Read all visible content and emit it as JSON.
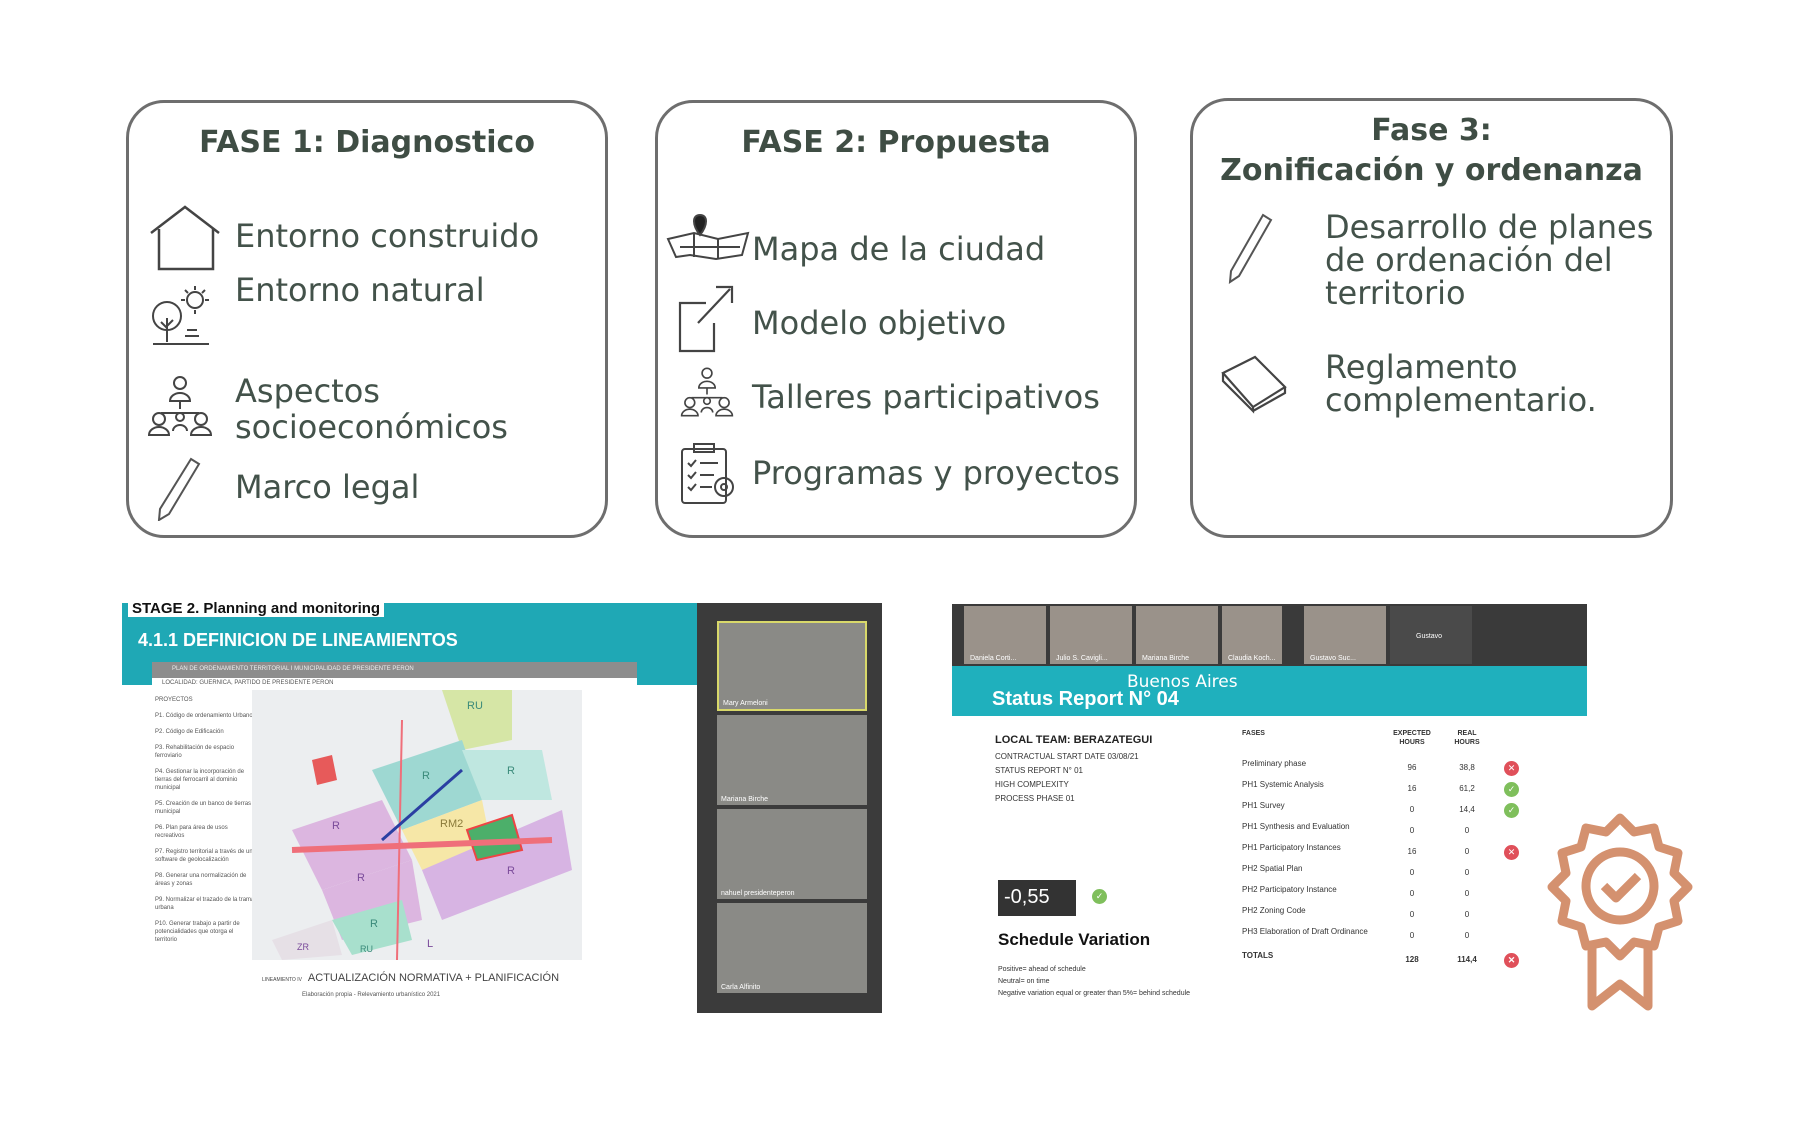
{
  "phases": [
    {
      "title": "FASE 1: Diagnostico",
      "items": [
        {
          "icon": "house-icon",
          "label": "Entorno construido"
        },
        {
          "icon": "nature-icon",
          "label": "Entorno natural"
        },
        {
          "icon": "people-network-icon",
          "label": "Aspectos socioeconómicos"
        },
        {
          "icon": "pencil-icon",
          "label": "Marco legal"
        }
      ]
    },
    {
      "title": "FASE 2: Propuesta",
      "items": [
        {
          "icon": "map-pin-icon",
          "label": "Mapa de la ciudad"
        },
        {
          "icon": "export-arrow-icon",
          "label": "Modelo objetivo"
        },
        {
          "icon": "people-network-icon",
          "label": "Talleres participativos"
        },
        {
          "icon": "clipboard-gear-icon",
          "label": "Programas y proyectos"
        }
      ]
    },
    {
      "title_line1": "Fase 3:",
      "title_line2": "Zonificación y ordenanza",
      "items": [
        {
          "icon": "pencil-icon",
          "label": "Desarrollo de planes de ordenación del territorio"
        },
        {
          "icon": "book-icon",
          "label": "Reglamento complementario."
        }
      ]
    }
  ],
  "slide": {
    "stage": "STAGE 2. Planning and monitoring",
    "heading": "4.1.1 DEFINICION DE LINEAMIENTOS",
    "plan": "PLAN DE ORDENAMIENTO TERRITORIAL I MUNICIPALIDAD DE PRESIDENTE PERON",
    "locality": "LOCALIDAD: GUERNICA, PARTIDO DE PRESIDENTE PERON",
    "projects_title": "PROYECTOS",
    "projects": [
      "P1. Código de ordenamiento Urbano",
      "P2. Código de Edificación",
      "P3. Rehabilitación de espacio ferroviario",
      "P4. Gestionar la incorporación de tierras del ferrocarril al dominio municipal",
      "P5. Creación de un banco de tierras municipal",
      "P6. Plan para área de usos recreativos",
      "P7. Registro territorial a través de un software de geolocalización",
      "P8. Generar una normalización de áreas y zonas",
      "P9. Normalizar el trazado de la trama urbana",
      "P10. Generar trabajo a partir de potencialidades que otorga el territorio"
    ],
    "zones": [
      "RU",
      "R",
      "R",
      "RM2",
      "R",
      "R",
      "R",
      "R",
      "RU",
      "L",
      "ZR"
    ],
    "lineamiento": "LINEAMIENTO IV",
    "footer": "ACTUALIZACIÓN NORMATIVA + PLANIFICACIÓN",
    "source": "Elaboración propia - Relevamiento urbanístico 2021",
    "participants": [
      "Mary Armeloni",
      "Mariana Birche",
      "nahuel presidenteperon",
      "Carla Alfinito"
    ]
  },
  "report": {
    "participants": [
      "Daniela Corti...",
      "Julio S. Cavigli...",
      "Mariana Birche",
      "Claudia Koch...",
      "Gustavo Suc...",
      "Gustavo"
    ],
    "city": "Buenos Aires",
    "title": "Status Report N° 04",
    "team": "LOCAL TEAM: BERAZATEGUI",
    "meta": [
      "CONTRACTUAL START DATE 03/08/21",
      "STATUS REPORT N° 01",
      "HIGH COMPLEXITY",
      "PROCESS PHASE 01"
    ],
    "variation": "-0,55",
    "variation_label": "Schedule Variation",
    "legend": [
      "Positive= ahead of schedule",
      "Neutral= on time",
      "Negative variation equal or greater than 5%= behind schedule"
    ],
    "headers": {
      "phases": "FASES",
      "expected": "EXPECTED HOURS",
      "real": "REAL HOURS"
    },
    "rows": [
      {
        "phase": "Preliminary phase",
        "expected": "96",
        "real": "38,8",
        "status": "bad"
      },
      {
        "phase": "PH1 Systemic Analysis",
        "expected": "16",
        "real": "61,2",
        "status": "ok"
      },
      {
        "phase": "PH1 Survey",
        "expected": "0",
        "real": "14,4",
        "status": "ok"
      },
      {
        "phase": "PH1 Synthesis and Evaluation",
        "expected": "0",
        "real": "0",
        "status": ""
      },
      {
        "phase": "PH1 Participatory Instances",
        "expected": "16",
        "real": "0",
        "status": "bad"
      },
      {
        "phase": "PH2 Spatial Plan",
        "expected": "0",
        "real": "0",
        "status": ""
      },
      {
        "phase": "PH2 Participatory Instance",
        "expected": "0",
        "real": "0",
        "status": ""
      },
      {
        "phase": "PH2 Zoning Code",
        "expected": "0",
        "real": "0",
        "status": ""
      },
      {
        "phase": "PH3 Elaboration of Draft Ordinance",
        "expected": "0",
        "real": "0",
        "status": ""
      }
    ],
    "totals": {
      "label": "TOTALS",
      "expected": "128",
      "real": "114,4",
      "status": "bad"
    }
  },
  "colors": {
    "text": "#3f4d44",
    "teal": "#1fb0bd",
    "badge": "#d4916f",
    "ok": "#7fbf5c",
    "bad": "#e0505a"
  }
}
